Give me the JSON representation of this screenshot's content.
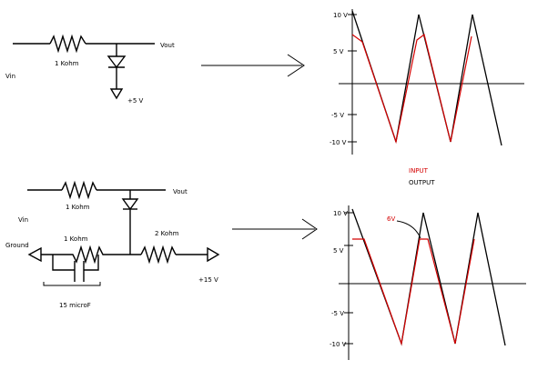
{
  "circuit_top": {
    "resistor_label": "1 Kohm",
    "vin_label": "Vin",
    "vout_label": "Vout",
    "supply_label": "+5 V"
  },
  "circuit_bottom": {
    "resistor1_label": "1 Kohm",
    "resistor2_label": "1 Kohm",
    "resistor3_label": "2 Kohm",
    "vin_label": "Vin",
    "vout_label": "Vout",
    "ground_label": "Ground",
    "capacitor_label": "15 microF",
    "supply_label": "+15 V"
  },
  "graph_top": {
    "tick_labels": [
      "10 V",
      "5 V",
      "-5 V",
      "-10 V"
    ],
    "input_color": "#d40000",
    "output_color": "#000000",
    "clip_level": 6.5
  },
  "legend": {
    "input_label": "INPUT",
    "output_label": "OUTPUT"
  },
  "graph_bottom": {
    "tick_labels": [
      "10 V",
      "5 V",
      "-5 V",
      "-10 V"
    ],
    "annotation": "6V",
    "input_color": "#d40000",
    "output_color": "#000000",
    "clip_level": 6
  }
}
